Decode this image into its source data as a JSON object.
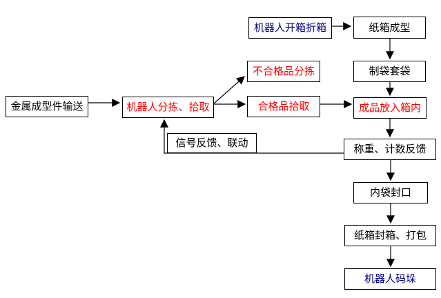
{
  "diagram": {
    "type": "flowchart",
    "background": "#FFFFFF",
    "box_border_color": "#000000",
    "arrow_color": "#000000",
    "text_colors": {
      "normal": "#000000",
      "highlight_red": "#FF0000",
      "highlight_blue": "#00008B"
    },
    "nodes": [
      {
        "id": "metal-feed",
        "label": "金属成型件输送",
        "color": "#000000"
      },
      {
        "id": "robot-sort-pick",
        "label": "机器人分拣、拾取",
        "color": "#FF0000"
      },
      {
        "id": "robot-open-fold-box",
        "label": "机器人开箱折箱",
        "color": "#00008B"
      },
      {
        "id": "carton-forming",
        "label": "纸箱成型",
        "color": "#000000"
      },
      {
        "id": "reject-sorting",
        "label": "不合格品分拣",
        "color": "#FF0000"
      },
      {
        "id": "bag-making",
        "label": "制袋套袋",
        "color": "#000000"
      },
      {
        "id": "qualified-pick",
        "label": "合格品拾取",
        "color": "#FF0000"
      },
      {
        "id": "product-into-box",
        "label": "成品放入箱内",
        "color": "#FF0000"
      },
      {
        "id": "signal-feedback",
        "label": "信号反馈、联动",
        "color": "#000000"
      },
      {
        "id": "weigh-count-feedback",
        "label": "称重、计数反馈",
        "color": "#000000"
      },
      {
        "id": "inner-bag-seal",
        "label": "内袋封口",
        "color": "#000000"
      },
      {
        "id": "carton-seal-pack",
        "label": "纸箱封箱、打包",
        "color": "#000000"
      },
      {
        "id": "robot-palletize",
        "label": "机器人码垛",
        "color": "#00008B"
      }
    ],
    "edges": [
      {
        "from": "metal-feed",
        "to": "robot-sort-pick"
      },
      {
        "from": "robot-open-fold-box",
        "to": "carton-forming"
      },
      {
        "from": "carton-forming",
        "to": "bag-making"
      },
      {
        "from": "bag-making",
        "to": "product-into-box"
      },
      {
        "from": "robot-sort-pick",
        "to": "reject-sorting"
      },
      {
        "from": "robot-sort-pick",
        "to": "qualified-pick"
      },
      {
        "from": "qualified-pick",
        "to": "product-into-box"
      },
      {
        "from": "product-into-box",
        "to": "weigh-count-feedback"
      },
      {
        "from": "weigh-count-feedback",
        "to": "robot-sort-pick",
        "via": "signal-feedback"
      },
      {
        "from": "weigh-count-feedback",
        "to": "inner-bag-seal"
      },
      {
        "from": "inner-bag-seal",
        "to": "carton-seal-pack"
      },
      {
        "from": "carton-seal-pack",
        "to": "robot-palletize"
      }
    ]
  }
}
